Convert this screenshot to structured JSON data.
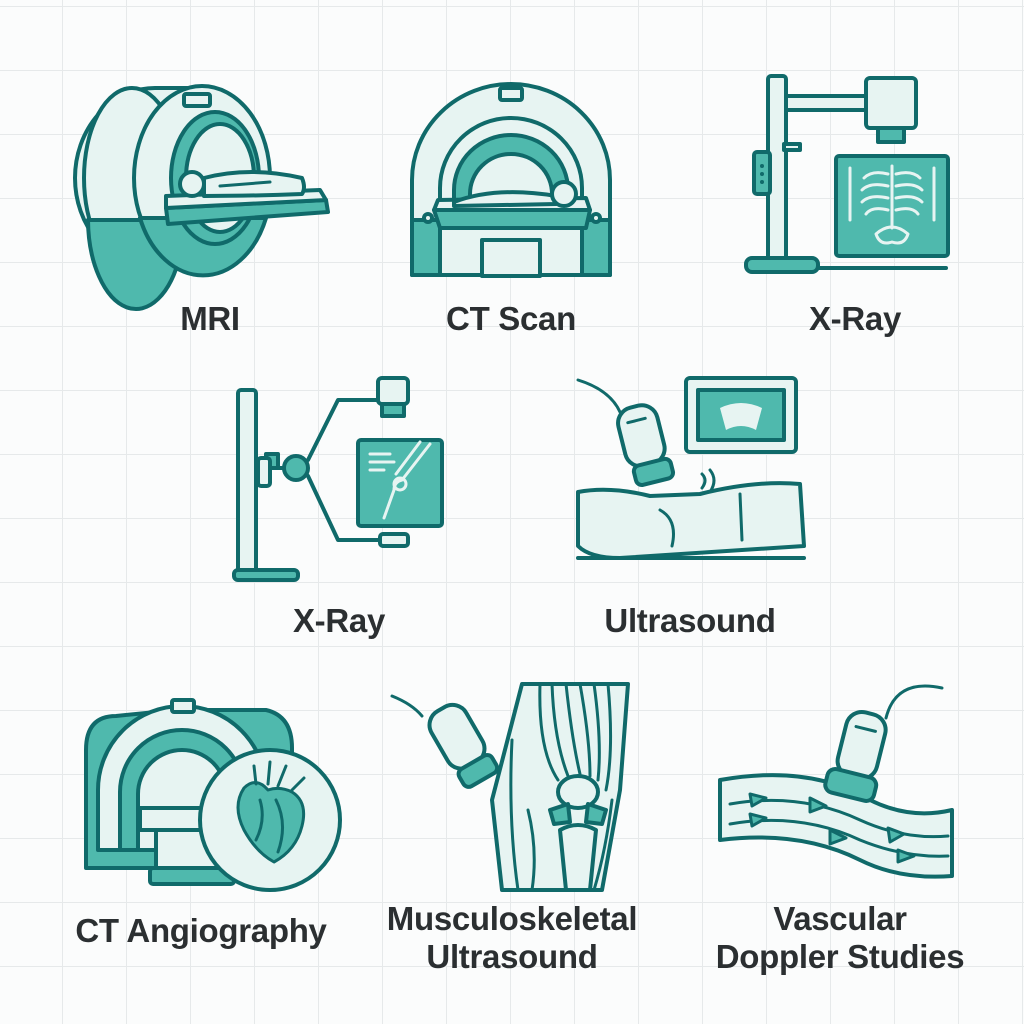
{
  "colors": {
    "outline": "#106a6a",
    "teal": "#4fb9ad",
    "pale": "#e7f4f2",
    "label": "#2b2f31",
    "grid": "#e6e9ea"
  },
  "tiles": [
    {
      "id": "mri",
      "icon": "mri-scanner-icon",
      "label_lines": [
        "MRI"
      ]
    },
    {
      "id": "ct-scan",
      "icon": "ct-scanner-icon",
      "label_lines": [
        "CT Scan"
      ]
    },
    {
      "id": "xray-1",
      "icon": "xray-machine-icon",
      "label_lines": [
        "X-Ray"
      ]
    },
    {
      "id": "xray-2",
      "icon": "c-arm-xray-icon",
      "label_lines": [
        "X-Ray"
      ]
    },
    {
      "id": "ultrasound",
      "icon": "ultrasound-probe-icon",
      "label_lines": [
        "Ultrasound"
      ]
    },
    {
      "id": "ct-angiography",
      "icon": "ct-heart-icon",
      "label_lines": [
        "CT Angiography"
      ]
    },
    {
      "id": "msk-ultrasound",
      "icon": "knee-ultrasound-icon",
      "label_lines": [
        "Musculoskeletal",
        "Ultrasound"
      ]
    },
    {
      "id": "vascular-doppler",
      "icon": "doppler-probe-icon",
      "label_lines": [
        "Vascular",
        "Doppler Studies"
      ]
    }
  ]
}
